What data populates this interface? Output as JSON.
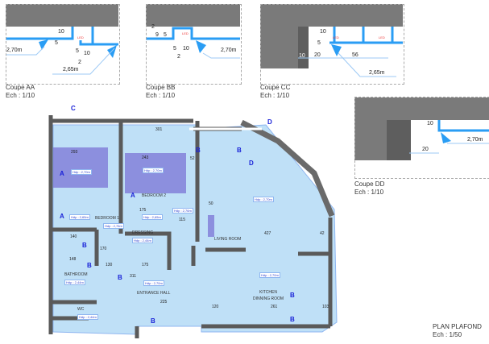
{
  "sections": [
    {
      "title": "Coupe AA",
      "scale": "Ech : 1/10",
      "dims": [
        "10",
        "5",
        "5",
        "10",
        "2"
      ],
      "levels": [
        "2,70m",
        "2,65m"
      ],
      "led": "LED"
    },
    {
      "title": "Coupe BB",
      "scale": "Ech : 1/10",
      "dims": [
        "2",
        "9",
        "5",
        "5",
        "10",
        "2"
      ],
      "levels": [
        "2,70m"
      ],
      "led": "LED"
    },
    {
      "title": "Coupe CC",
      "scale": "Ech : 1/10",
      "dims": [
        "10",
        "5",
        "20",
        "56",
        "10"
      ],
      "levels": [
        "2,65m"
      ],
      "led": "LED"
    },
    {
      "title": "Coupe DD",
      "scale": "Ech : 1/10",
      "dims": [
        "10",
        "20"
      ],
      "levels": [
        "2,70m"
      ]
    }
  ],
  "plan": {
    "title": "PLAN PLAFOND",
    "scale": "Ech : 1/50",
    "rooms": [
      "BEDROOM 1",
      "BEDROOM 2",
      "DRESSING",
      "LIVING ROOM",
      "BATHROOM",
      "ENTRANCE HALL",
      "KITCHEN",
      "DINNING ROOM",
      "WC"
    ],
    "heights": [
      "Hdp : 2,65m",
      "Hdp : 2,65m",
      "Hdp : 2,76m",
      "Hdp : 2,76m",
      "Hdp : 2,44m",
      "Hdp : 2,70m",
      "Hdp : 2,44m",
      "Hdp : 2,70m",
      "Hdp : 2,70m",
      "Hdp : 2,44m",
      "Hdp : 2,70m",
      "Hdp : 2,70m"
    ],
    "dims": [
      "301",
      "293",
      "243",
      "52",
      "175",
      "115",
      "427",
      "42",
      "140",
      "170",
      "130",
      "175",
      "311",
      "225",
      "120",
      "261",
      "103",
      "50",
      "148"
    ],
    "markers": [
      "A",
      "A",
      "A",
      "B",
      "B",
      "B",
      "B",
      "B",
      "B",
      "B",
      "B",
      "C",
      "D",
      "D"
    ]
  },
  "colors": {
    "ceiling": "#bfe0f7",
    "accent": "#2a9df4",
    "recess": "#7b74d6",
    "wall": "#5a5a5a"
  }
}
